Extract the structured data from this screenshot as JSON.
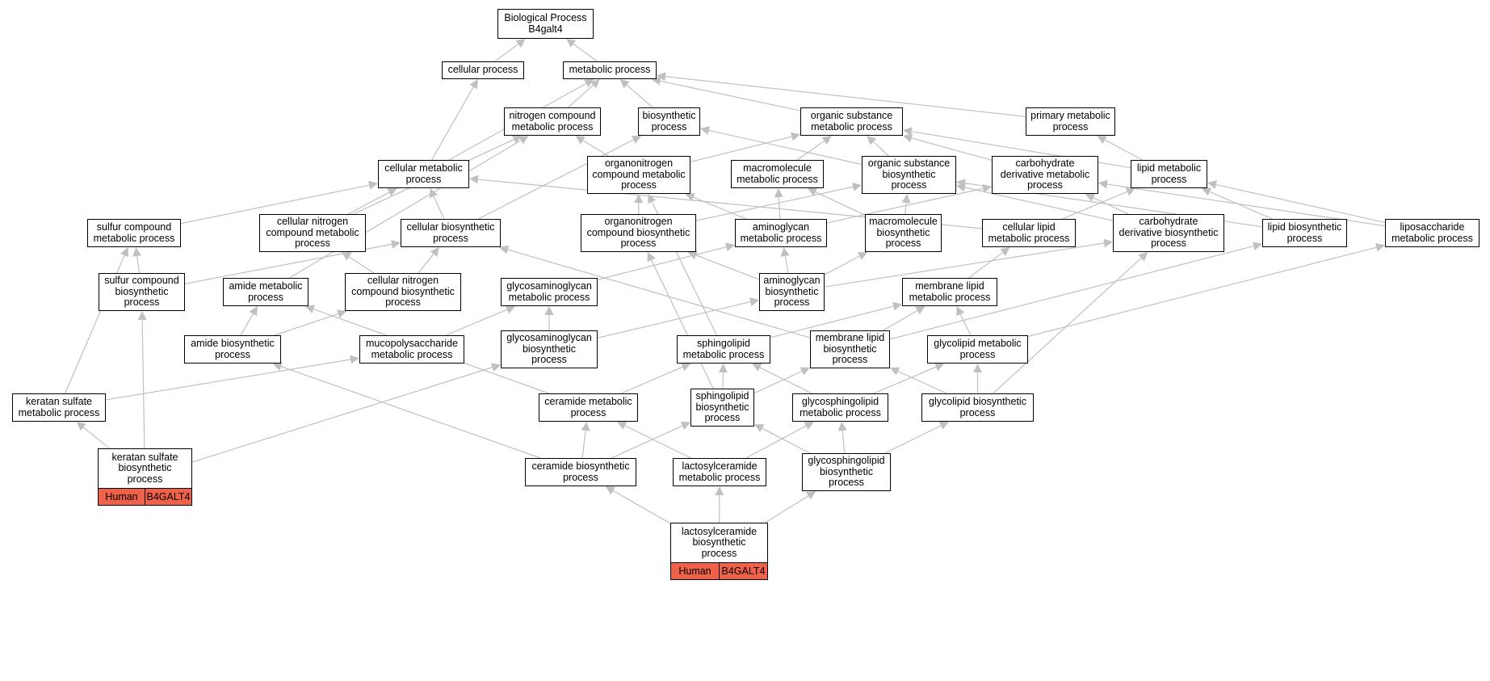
{
  "graph": {
    "edge_color": "#c0c0c0",
    "highlight_color": "#f0614a",
    "nodes": [
      {
        "id": "bp",
        "label": "Biological Process\nB4galt4"
      },
      {
        "id": "cellular_process",
        "label": "cellular process"
      },
      {
        "id": "metabolic_process",
        "label": "metabolic process"
      },
      {
        "id": "nitrogen_compound_mp",
        "label": "nitrogen compound\nmetabolic process"
      },
      {
        "id": "biosynthetic_process",
        "label": "biosynthetic\nprocess"
      },
      {
        "id": "organic_substance_mp",
        "label": "organic substance\nmetabolic process"
      },
      {
        "id": "primary_mp",
        "label": "primary metabolic\nprocess"
      },
      {
        "id": "cellular_mp",
        "label": "cellular metabolic\nprocess"
      },
      {
        "id": "organonitrogen_mp",
        "label": "organonitrogen\ncompound metabolic\nprocess"
      },
      {
        "id": "macromolecule_mp",
        "label": "macromolecule\nmetabolic process"
      },
      {
        "id": "organic_substance_bp",
        "label": "organic substance\nbiosynthetic\nprocess"
      },
      {
        "id": "carbohydrate_deriv_mp",
        "label": "carbohydrate\nderivative metabolic\nprocess"
      },
      {
        "id": "lipid_mp",
        "label": "lipid metabolic\nprocess"
      },
      {
        "id": "sulfur_mp",
        "label": "sulfur compound\nmetabolic process"
      },
      {
        "id": "cellular_nitrogen_mp",
        "label": "cellular nitrogen\ncompound metabolic\nprocess"
      },
      {
        "id": "cellular_bp",
        "label": "cellular biosynthetic\nprocess"
      },
      {
        "id": "organonitrogen_bp",
        "label": "organonitrogen\ncompound biosynthetic\nprocess"
      },
      {
        "id": "aminoglycan_mp",
        "label": "aminoglycan\nmetabolic process"
      },
      {
        "id": "macromolecule_bp",
        "label": "macromolecule\nbiosynthetic\nprocess"
      },
      {
        "id": "cellular_lipid_mp",
        "label": "cellular lipid\nmetabolic process"
      },
      {
        "id": "carbohydrate_deriv_bp",
        "label": "carbohydrate\nderivative biosynthetic\nprocess"
      },
      {
        "id": "lipid_bp",
        "label": "lipid biosynthetic\nprocess"
      },
      {
        "id": "liposaccharide_mp",
        "label": "liposaccharide\nmetabolic process"
      },
      {
        "id": "sulfur_bp",
        "label": "sulfur compound\nbiosynthetic\nprocess"
      },
      {
        "id": "amide_mp",
        "label": "amide metabolic\nprocess"
      },
      {
        "id": "cellular_nitrogen_bp",
        "label": "cellular nitrogen\ncompound biosynthetic\nprocess"
      },
      {
        "id": "gag_mp",
        "label": "glycosaminoglycan\nmetabolic process"
      },
      {
        "id": "aminoglycan_bp",
        "label": "aminoglycan\nbiosynthetic\nprocess"
      },
      {
        "id": "membrane_lipid_mp",
        "label": "membrane lipid\nmetabolic process"
      },
      {
        "id": "amide_bp",
        "label": "amide biosynthetic\nprocess"
      },
      {
        "id": "mucopolysaccharide_mp",
        "label": "mucopolysaccharide\nmetabolic process"
      },
      {
        "id": "gag_bp",
        "label": "glycosaminoglycan\nbiosynthetic\nprocess"
      },
      {
        "id": "sphingolipid_mp",
        "label": "sphingolipid\nmetabolic process"
      },
      {
        "id": "membrane_lipid_bp",
        "label": "membrane lipid\nbiosynthetic\nprocess"
      },
      {
        "id": "glycolipid_mp",
        "label": "glycolipid metabolic\nprocess"
      },
      {
        "id": "keratan_sulfate_mp",
        "label": "keratan sulfate\nmetabolic process"
      },
      {
        "id": "ceramide_mp",
        "label": "ceramide metabolic\nprocess"
      },
      {
        "id": "sphingolipid_bp",
        "label": "sphingolipid\nbiosynthetic\nprocess"
      },
      {
        "id": "glycosphingolipid_mp",
        "label": "glycosphingolipid\nmetabolic process"
      },
      {
        "id": "glycolipid_bp",
        "label": "glycolipid biosynthetic\nprocess"
      },
      {
        "id": "keratan_sulfate_bp",
        "label": "keratan sulfate\nbiosynthetic\nprocess",
        "tags": [
          "Human",
          "B4GALT4"
        ]
      },
      {
        "id": "ceramide_bp",
        "label": "ceramide biosynthetic\nprocess"
      },
      {
        "id": "lactosylceramide_mp",
        "label": "lactosylceramide\nmetabolic process"
      },
      {
        "id": "glycosphingolipid_bp",
        "label": "glycosphingolipid\nbiosynthetic\nprocess"
      },
      {
        "id": "lactosylceramide_bp",
        "label": "lactosylceramide\nbiosynthetic\nprocess",
        "tags": [
          "Human",
          "B4GALT4"
        ]
      }
    ],
    "edges": [
      [
        "cellular_process",
        "bp"
      ],
      [
        "metabolic_process",
        "bp"
      ],
      [
        "nitrogen_compound_mp",
        "metabolic_process"
      ],
      [
        "biosynthetic_process",
        "metabolic_process"
      ],
      [
        "organic_substance_mp",
        "metabolic_process"
      ],
      [
        "primary_mp",
        "metabolic_process"
      ],
      [
        "cellular_mp",
        "cellular_process"
      ],
      [
        "cellular_mp",
        "metabolic_process"
      ],
      [
        "cellular_nitrogen_mp",
        "nitrogen_compound_mp"
      ],
      [
        "cellular_nitrogen_mp",
        "cellular_mp"
      ],
      [
        "organonitrogen_mp",
        "nitrogen_compound_mp"
      ],
      [
        "organonitrogen_mp",
        "organic_substance_mp"
      ],
      [
        "macromolecule_mp",
        "organic_substance_mp"
      ],
      [
        "organic_substance_bp",
        "organic_substance_mp"
      ],
      [
        "organic_substance_bp",
        "biosynthetic_process"
      ],
      [
        "carbohydrate_deriv_mp",
        "organic_substance_mp"
      ],
      [
        "lipid_mp",
        "primary_mp"
      ],
      [
        "lipid_mp",
        "organic_substance_mp"
      ],
      [
        "sulfur_mp",
        "cellular_mp"
      ],
      [
        "cellular_bp",
        "cellular_mp"
      ],
      [
        "cellular_bp",
        "biosynthetic_process"
      ],
      [
        "organonitrogen_bp",
        "organonitrogen_mp"
      ],
      [
        "organonitrogen_bp",
        "organic_substance_bp"
      ],
      [
        "aminoglycan_mp",
        "macromolecule_mp"
      ],
      [
        "aminoglycan_mp",
        "organonitrogen_mp"
      ],
      [
        "aminoglycan_mp",
        "carbohydrate_deriv_mp"
      ],
      [
        "macromolecule_bp",
        "macromolecule_mp"
      ],
      [
        "macromolecule_bp",
        "organic_substance_bp"
      ],
      [
        "cellular_lipid_mp",
        "lipid_mp"
      ],
      [
        "cellular_lipid_mp",
        "cellular_mp"
      ],
      [
        "carbohydrate_deriv_bp",
        "carbohydrate_deriv_mp"
      ],
      [
        "carbohydrate_deriv_bp",
        "organic_substance_bp"
      ],
      [
        "lipid_bp",
        "lipid_mp"
      ],
      [
        "lipid_bp",
        "organic_substance_bp"
      ],
      [
        "liposaccharide_mp",
        "lipid_mp"
      ],
      [
        "liposaccharide_mp",
        "carbohydrate_deriv_mp"
      ],
      [
        "sulfur_bp",
        "sulfur_mp"
      ],
      [
        "sulfur_bp",
        "cellular_bp"
      ],
      [
        "amide_mp",
        "nitrogen_compound_mp"
      ],
      [
        "cellular_nitrogen_bp",
        "cellular_nitrogen_mp"
      ],
      [
        "cellular_nitrogen_bp",
        "cellular_bp"
      ],
      [
        "gag_mp",
        "aminoglycan_mp"
      ],
      [
        "aminoglycan_bp",
        "aminoglycan_mp"
      ],
      [
        "aminoglycan_bp",
        "macromolecule_bp"
      ],
      [
        "aminoglycan_bp",
        "organonitrogen_bp"
      ],
      [
        "aminoglycan_bp",
        "carbohydrate_deriv_bp"
      ],
      [
        "membrane_lipid_mp",
        "cellular_lipid_mp"
      ],
      [
        "amide_bp",
        "amide_mp"
      ],
      [
        "amide_bp",
        "cellular_nitrogen_bp"
      ],
      [
        "mucopolysaccharide_mp",
        "gag_mp"
      ],
      [
        "gag_bp",
        "gag_mp"
      ],
      [
        "gag_bp",
        "aminoglycan_bp"
      ],
      [
        "sphingolipid_mp",
        "membrane_lipid_mp"
      ],
      [
        "sphingolipid_mp",
        "organonitrogen_mp"
      ],
      [
        "membrane_lipid_bp",
        "membrane_lipid_mp"
      ],
      [
        "membrane_lipid_bp",
        "lipid_bp"
      ],
      [
        "membrane_lipid_bp",
        "cellular_bp"
      ],
      [
        "glycolipid_mp",
        "membrane_lipid_mp"
      ],
      [
        "glycolipid_mp",
        "liposaccharide_mp"
      ],
      [
        "keratan_sulfate_mp",
        "sulfur_mp"
      ],
      [
        "keratan_sulfate_mp",
        "mucopolysaccharide_mp"
      ],
      [
        "ceramide_mp",
        "sphingolipid_mp"
      ],
      [
        "ceramide_mp",
        "amide_mp"
      ],
      [
        "sphingolipid_bp",
        "sphingolipid_mp"
      ],
      [
        "sphingolipid_bp",
        "membrane_lipid_bp"
      ],
      [
        "sphingolipid_bp",
        "organonitrogen_bp"
      ],
      [
        "glycosphingolipid_mp",
        "sphingolipid_mp"
      ],
      [
        "glycosphingolipid_mp",
        "glycolipid_mp"
      ],
      [
        "glycolipid_bp",
        "glycolipid_mp"
      ],
      [
        "glycolipid_bp",
        "membrane_lipid_bp"
      ],
      [
        "glycolipid_bp",
        "carbohydrate_deriv_bp"
      ],
      [
        "keratan_sulfate_bp",
        "keratan_sulfate_mp"
      ],
      [
        "keratan_sulfate_bp",
        "sulfur_bp"
      ],
      [
        "keratan_sulfate_bp",
        "gag_bp"
      ],
      [
        "ceramide_bp",
        "ceramide_mp"
      ],
      [
        "ceramide_bp",
        "sphingolipid_bp"
      ],
      [
        "ceramide_bp",
        "amide_bp"
      ],
      [
        "lactosylceramide_mp",
        "glycosphingolipid_mp"
      ],
      [
        "lactosylceramide_mp",
        "ceramide_mp"
      ],
      [
        "glycosphingolipid_bp",
        "glycosphingolipid_mp"
      ],
      [
        "glycosphingolipid_bp",
        "sphingolipid_bp"
      ],
      [
        "glycosphingolipid_bp",
        "glycolipid_bp"
      ],
      [
        "lactosylceramide_bp",
        "lactosylceramide_mp"
      ],
      [
        "lactosylceramide_bp",
        "ceramide_bp"
      ],
      [
        "lactosylceramide_bp",
        "glycosphingolipid_bp"
      ]
    ]
  }
}
